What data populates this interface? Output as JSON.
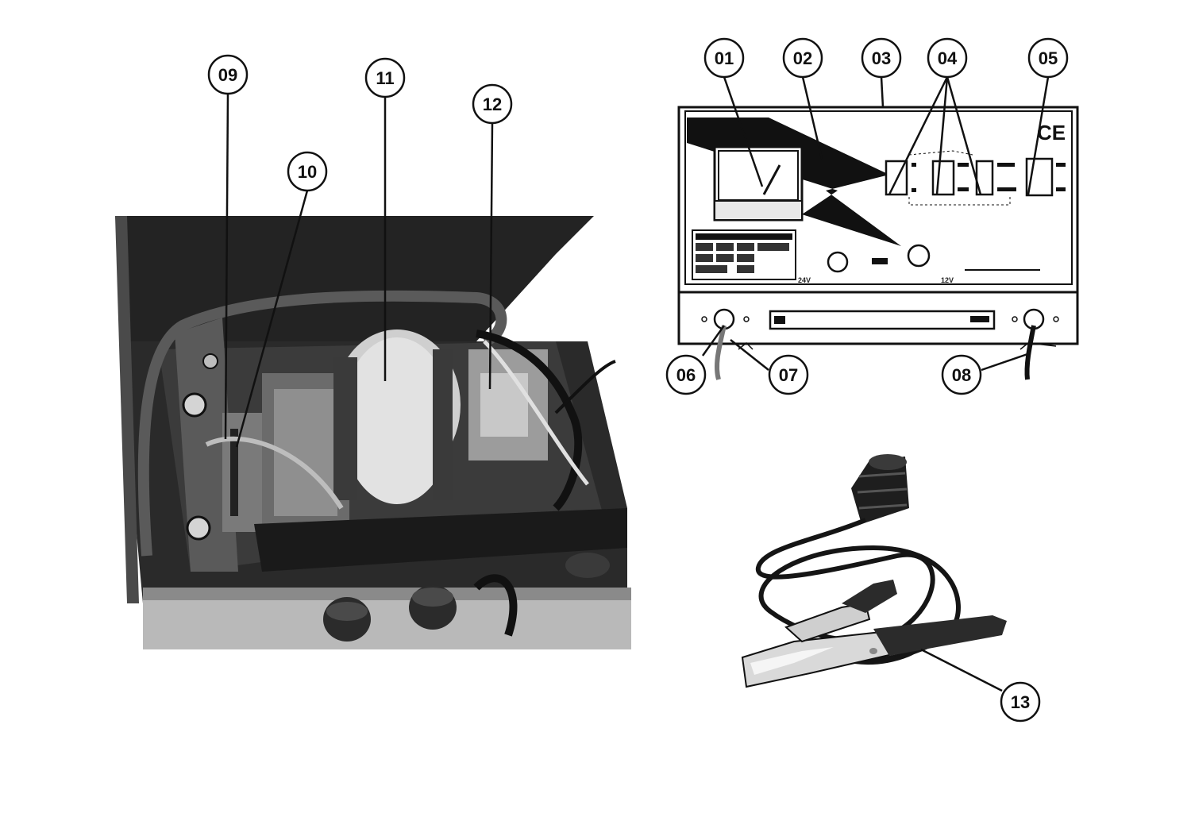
{
  "callouts": [
    {
      "id": "01",
      "label": "01"
    },
    {
      "id": "02",
      "label": "02"
    },
    {
      "id": "03",
      "label": "03"
    },
    {
      "id": "04",
      "label": "04"
    },
    {
      "id": "05",
      "label": "05"
    },
    {
      "id": "06",
      "label": "06"
    },
    {
      "id": "07",
      "label": "07"
    },
    {
      "id": "08",
      "label": "08"
    },
    {
      "id": "09",
      "label": "09"
    },
    {
      "id": "10",
      "label": "10"
    },
    {
      "id": "11",
      "label": "11"
    },
    {
      "id": "12",
      "label": "12"
    },
    {
      "id": "13",
      "label": "13"
    }
  ],
  "panel": {
    "ce_mark": "CE",
    "voltage_left": "24V",
    "voltage_right": "12V"
  },
  "colors": {
    "ink": "#111111",
    "photo_dark": "#1c1c1c",
    "photo_mid": "#6e6e6e",
    "photo_light": "#c9c9c9",
    "chrome": "#d8d8d8"
  }
}
